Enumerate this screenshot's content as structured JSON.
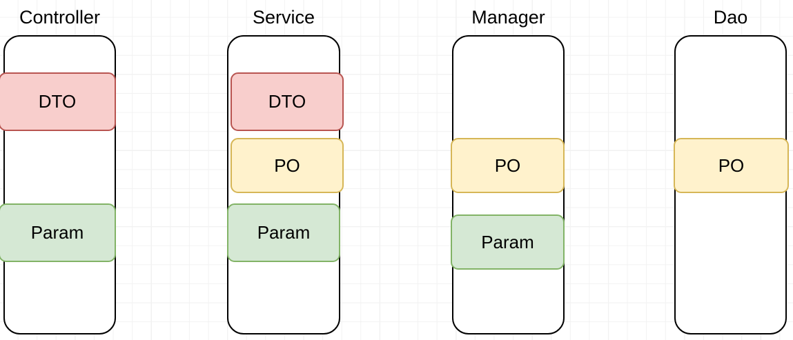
{
  "diagram": {
    "title_row_height": 44,
    "colors": {
      "dto_fill": "#f8cecc",
      "dto_stroke": "#b85450",
      "po_fill": "#fff2cc",
      "po_stroke": "#d6b656",
      "param_fill": "#d5e8d4",
      "param_stroke": "#82b366",
      "container_stroke": "#000000",
      "grid_minor": "#f2f2f2",
      "grid_major": "#e2e2e2",
      "background": "#ffffff"
    },
    "lanes": [
      {
        "id": "controller",
        "title": "Controller",
        "blocks": [
          {
            "id": "controller-dto",
            "label": "DTO",
            "kind": "dto"
          },
          {
            "id": "controller-param",
            "label": "Param",
            "kind": "param"
          }
        ]
      },
      {
        "id": "service",
        "title": "Service",
        "blocks": [
          {
            "id": "service-dto",
            "label": "DTO",
            "kind": "dto"
          },
          {
            "id": "service-po",
            "label": "PO",
            "kind": "po"
          },
          {
            "id": "service-param",
            "label": "Param",
            "kind": "param"
          }
        ]
      },
      {
        "id": "manager",
        "title": "Manager",
        "blocks": [
          {
            "id": "manager-po",
            "label": "PO",
            "kind": "po"
          },
          {
            "id": "manager-param",
            "label": "Param",
            "kind": "param"
          }
        ]
      },
      {
        "id": "dao",
        "title": "Dao",
        "blocks": [
          {
            "id": "dao-po",
            "label": "PO",
            "kind": "po"
          }
        ]
      }
    ]
  }
}
